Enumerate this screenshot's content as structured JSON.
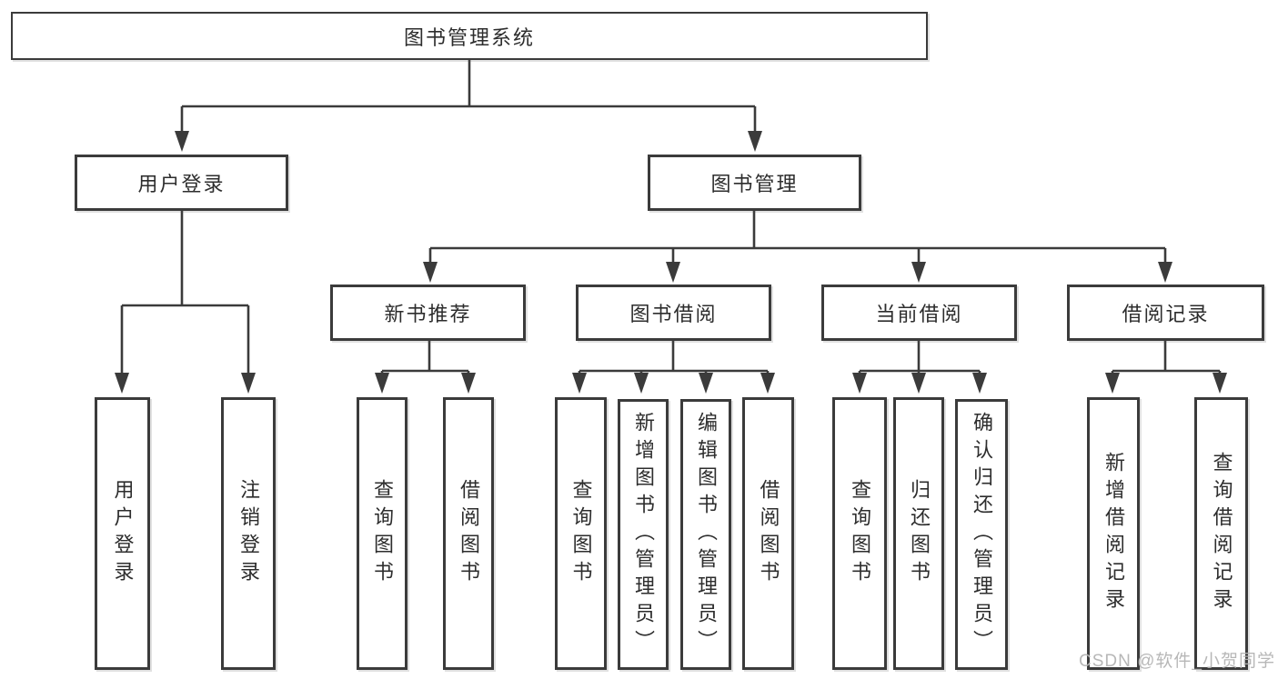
{
  "diagram": {
    "type": "hierarchy-tree",
    "colors": {
      "background": "#ffffff",
      "line": "#3b3b3b",
      "box_border": "#3b3b3b",
      "box_fill": "#ffffff",
      "text": "#2d2d2d",
      "watermark": "#b4b4b4"
    },
    "tree": {
      "label": "图书管理系统",
      "children": [
        {
          "label": "用户登录",
          "children": [
            {
              "label": "用户登录"
            },
            {
              "label": "注销登录"
            }
          ]
        },
        {
          "label": "图书管理",
          "children": [
            {
              "label": "新书推荐",
              "children": [
                {
                  "label": "查询图书"
                },
                {
                  "label": "借阅图书"
                }
              ]
            },
            {
              "label": "图书借阅",
              "children": [
                {
                  "label": "查询图书"
                },
                {
                  "label": "新增图书（管理员）"
                },
                {
                  "label": "编辑图书（管理员）"
                },
                {
                  "label": "借阅图书"
                }
              ]
            },
            {
              "label": "当前借阅",
              "children": [
                {
                  "label": "查询图书"
                },
                {
                  "label": "归还图书"
                },
                {
                  "label": "确认归还（管理员）"
                }
              ]
            },
            {
              "label": "借阅记录",
              "children": [
                {
                  "label": "新增借阅记录"
                },
                {
                  "label": "查询借阅记录"
                }
              ]
            }
          ]
        }
      ]
    },
    "watermark": {
      "text": "CSDN @软件_小贺同学"
    }
  }
}
